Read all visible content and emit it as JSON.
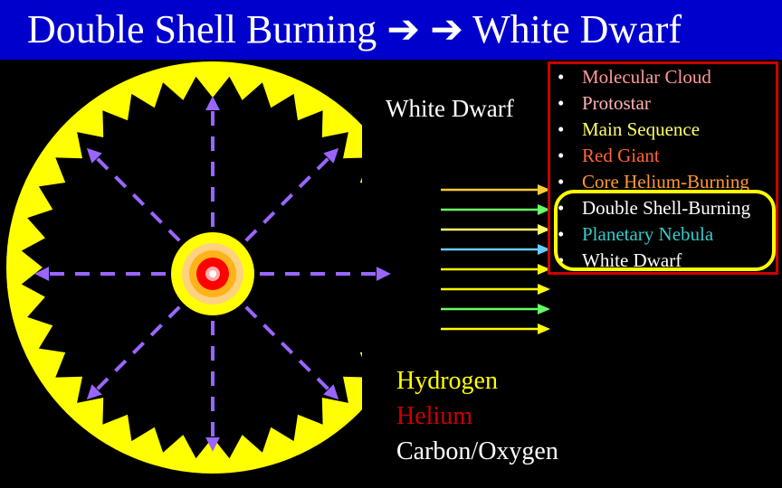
{
  "title": "Double Shell Burning ➔ ➔ White Dwarf",
  "white_dwarf_label": "White Dwarf",
  "stages": [
    {
      "label": "Molecular Cloud",
      "color": "#ff9999"
    },
    {
      "label": "Protostar",
      "color": "#ffb3b3"
    },
    {
      "label": "Main Sequence",
      "color": "#ffff66"
    },
    {
      "label": "Red Giant",
      "color": "#ff6633"
    },
    {
      "label": "Core Helium-Burning",
      "color": "#ff9933"
    },
    {
      "label": "Double Shell-Burning",
      "color": "#ffffff"
    },
    {
      "label": "Planetary Nebula",
      "color": "#33cccc"
    },
    {
      "label": "White Dwarf",
      "color": "#ffffff"
    }
  ],
  "bullet": "•",
  "legend": [
    {
      "label": "Hydrogen",
      "color": "#ffff00"
    },
    {
      "label": "Helium",
      "color": "#cc0000"
    },
    {
      "label": "Carbon/Oxygen",
      "color": "#ffffff"
    }
  ],
  "colors": {
    "title_bar": "#0000cc",
    "star": "#ffff00",
    "outflow_arrows": "#9966ff",
    "list_border": "#cc0000",
    "highlight_border": "#ffff00",
    "radiation_arrows": [
      "#ffcc33",
      "#66ff66",
      "#ffff66",
      "#66ccff",
      "#ffff00",
      "#ffff00",
      "#66ff66",
      "#ffff00"
    ]
  },
  "icons": [
    "star-icon",
    "core-icon",
    "outflow-arrow-icon",
    "radiation-arrow-icon"
  ]
}
